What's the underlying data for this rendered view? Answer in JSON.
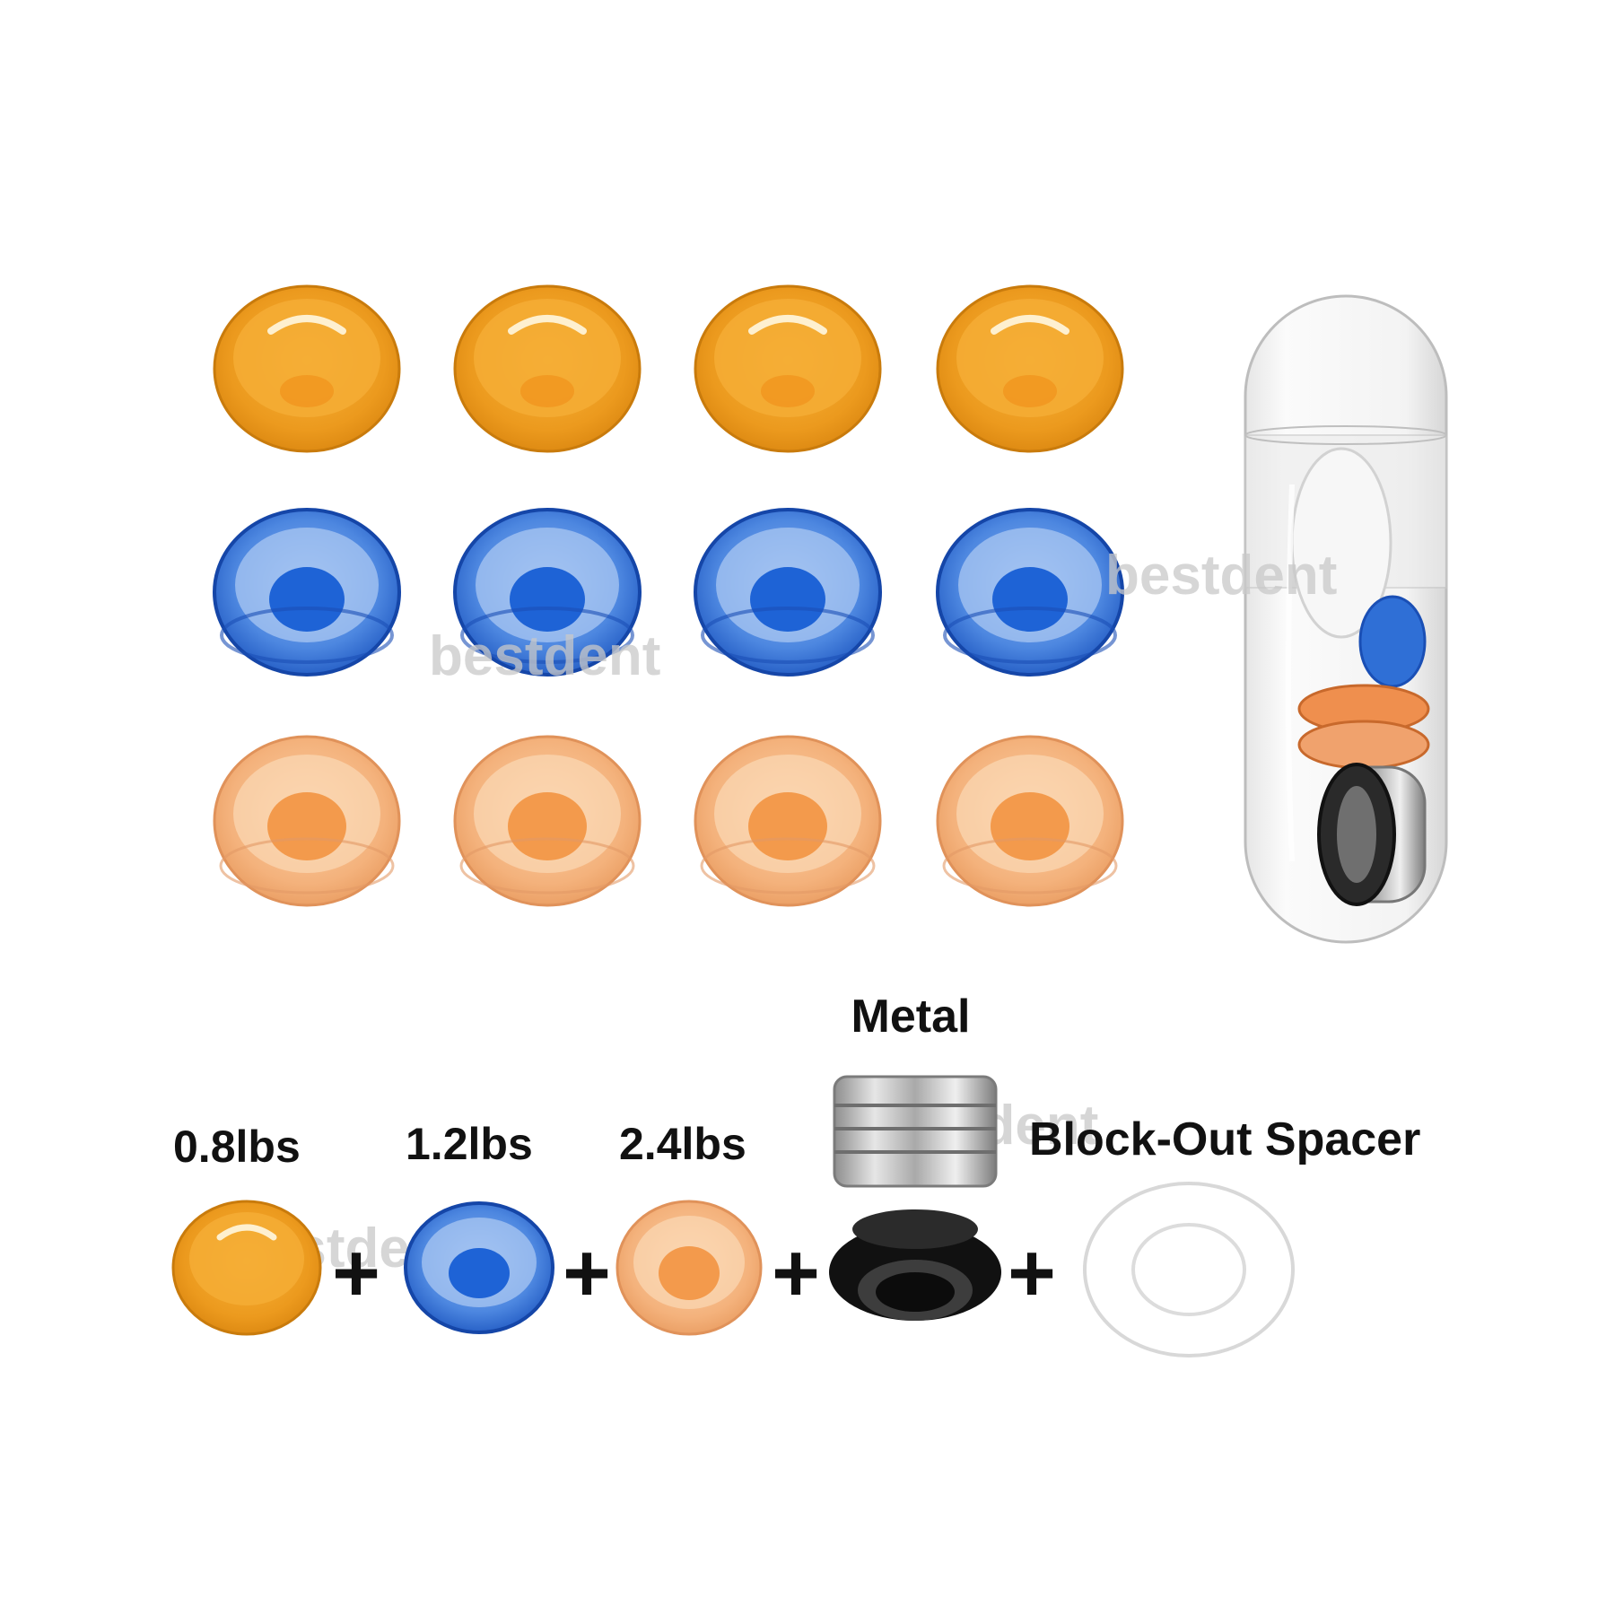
{
  "grid": {
    "rows": [
      {
        "color": "orange",
        "count": 4
      },
      {
        "color": "blue",
        "count": 4
      },
      {
        "color": "peach",
        "count": 4
      }
    ]
  },
  "colors": {
    "orange": "#ec9a1e",
    "blue": "#2a6bd3",
    "peach": "#f2a66c",
    "metal": "#c8c8c8",
    "black": "#111111",
    "white": "#ffffff"
  },
  "labels": {
    "metal": "Metal",
    "block_out_spacer": "Block-Out Spacer",
    "sizes": [
      "0.8lbs",
      "1.2lbs",
      "2.4lbs"
    ],
    "plus": "+"
  },
  "watermark": "bestdent"
}
